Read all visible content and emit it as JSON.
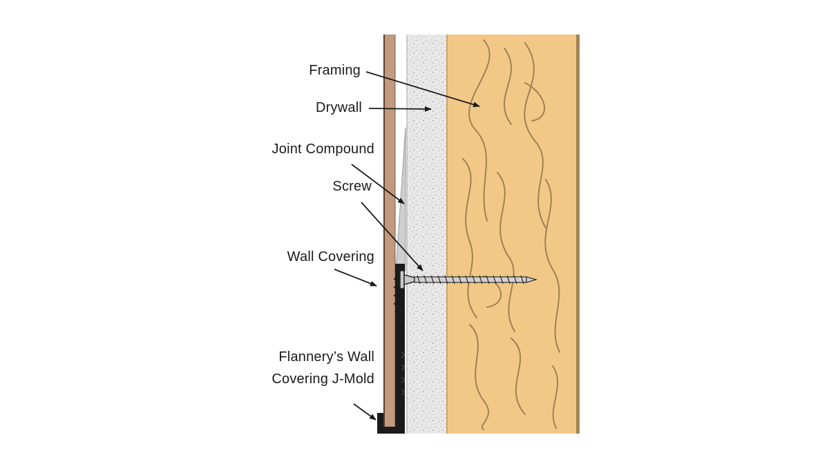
{
  "labels": {
    "framing": "Framing",
    "drywall": "Drywall",
    "joint_compound": "Joint Compound",
    "screw": "Screw",
    "wall_covering": "Wall Covering",
    "j_mold_line1": "Flannery’s Wall",
    "j_mold_line2": "Covering J-Mold"
  },
  "colors": {
    "framing_wood": "#f2c887",
    "wood_grain": "#8c6e48",
    "framing_edge": "#a08456",
    "drywall": "#e9e9e9",
    "drywall_speckle": "#b8b8b8",
    "joint_compound": "#cfcfcf",
    "wall_covering": "#c19a7f",
    "wall_covering_edge": "#5a3d2b",
    "j_mold": "#1b1b1b",
    "screw": "#c9c9c9",
    "arrow": "#1a1a1a"
  }
}
